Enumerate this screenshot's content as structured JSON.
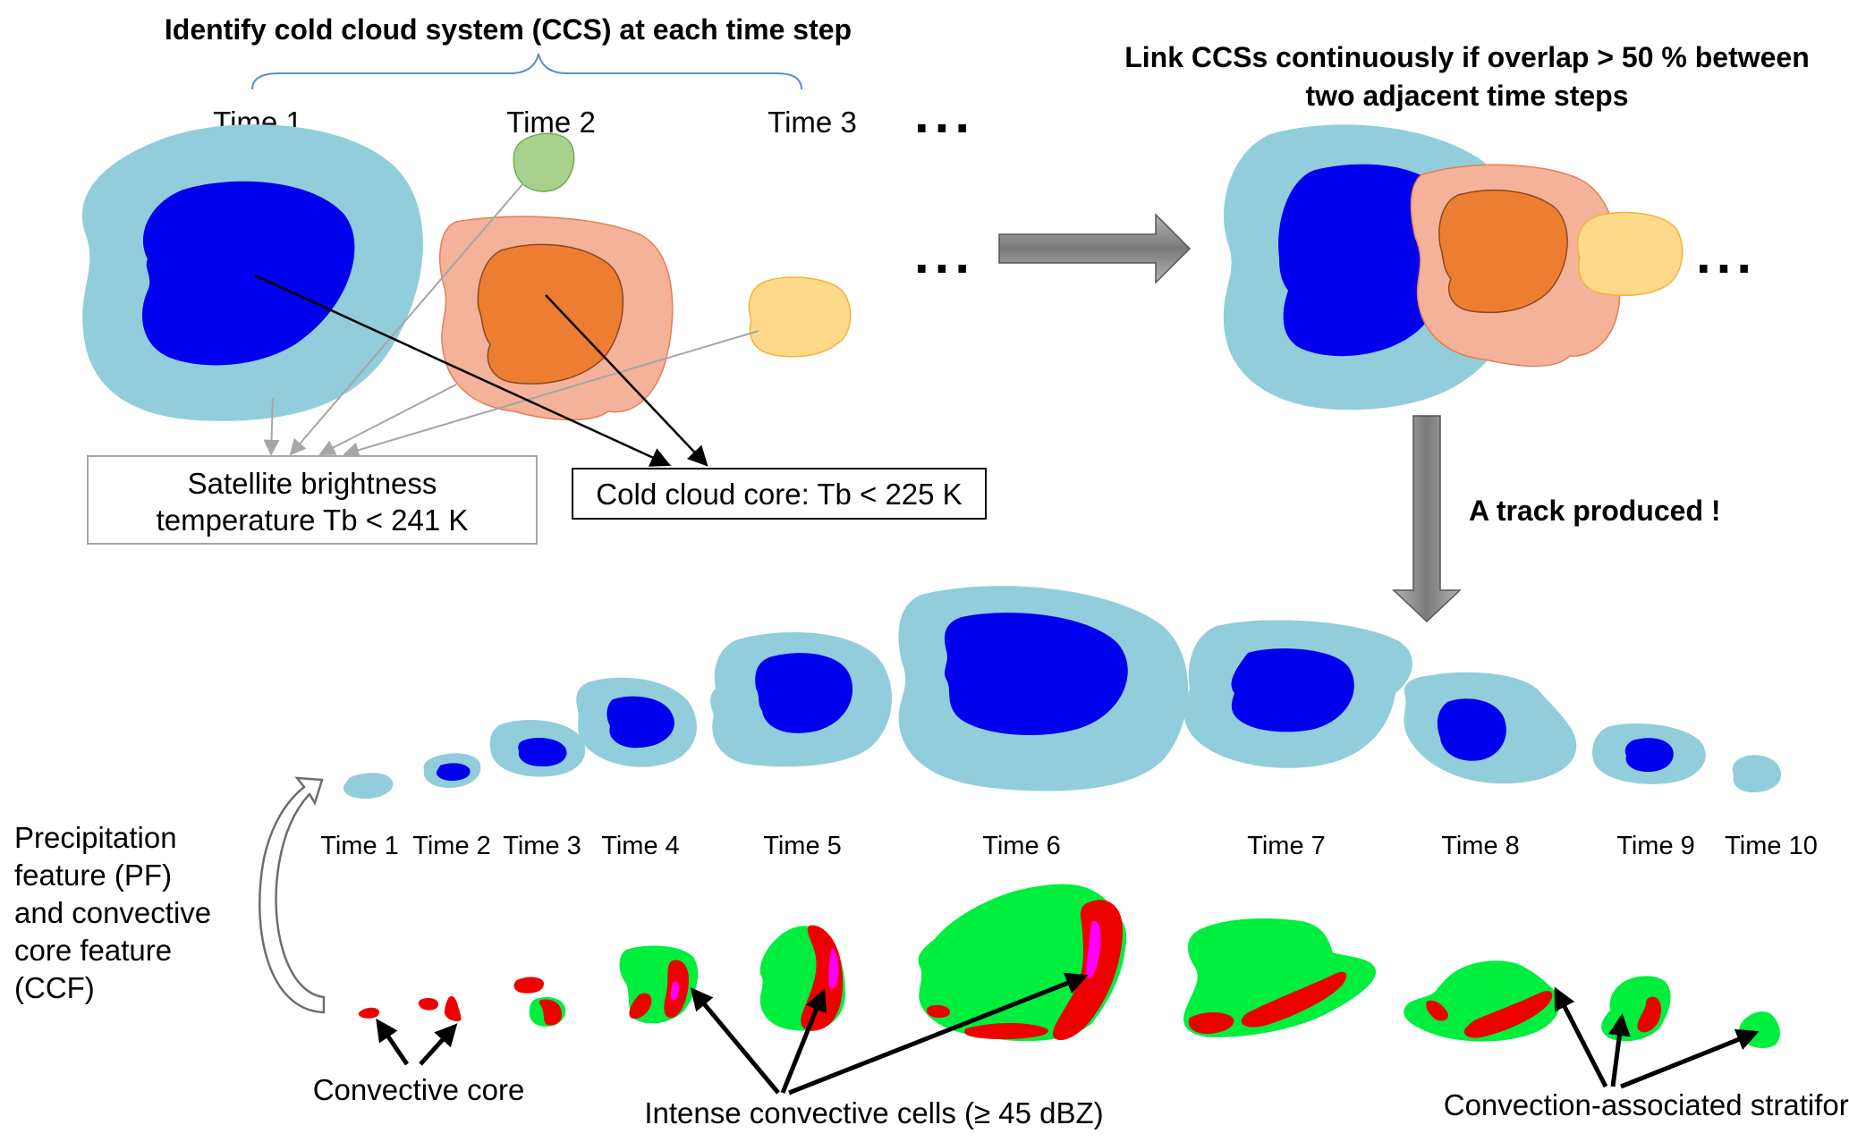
{
  "header": {
    "identify_title": "Identify cold cloud system (CCS) at each time step",
    "link_title_line1": "Link CCSs continuously if overlap > 50 % between",
    "link_title_line2": "two adjacent time steps"
  },
  "top_panel": {
    "time_labels": [
      "Time 1",
      "Time 2",
      "Time 3"
    ],
    "ellipsis": "...",
    "tb_box_line1": "Satellite brightness",
    "tb_box_line2": "temperature Tb < 241 K",
    "core_box": "Cold cloud core: Tb < 225 K"
  },
  "track": {
    "produced_label": "A track produced !",
    "time_labels": [
      "Time 1",
      "Time 2",
      "Time 3",
      "Time 4",
      "Time 5",
      "Time 6",
      "Time 7",
      "Time 8",
      "Time 9",
      "Time 10"
    ]
  },
  "precip": {
    "pf_label_lines": [
      "Precipitation",
      "feature (PF)",
      "and convective",
      "core feature",
      "(CCF)"
    ],
    "convective_core": "Convective core",
    "intense_cells": "Intense convective cells (≥ 45 dBZ)",
    "stratiform": "Convection-associated stratiform"
  },
  "colors": {
    "ccs_light": "#92cddc",
    "ccs_core": "#0000ee",
    "time2_light": "#f4b29a",
    "time2_core": "#ed7d31",
    "time1_green": "#a9d18e",
    "time3_yellow": "#ffd98a",
    "pf_green": "#00ee3e",
    "ccf_red": "#ee0000",
    "intense_magenta": "#ff00ff",
    "arrow_gray": "#8c8c8c"
  }
}
